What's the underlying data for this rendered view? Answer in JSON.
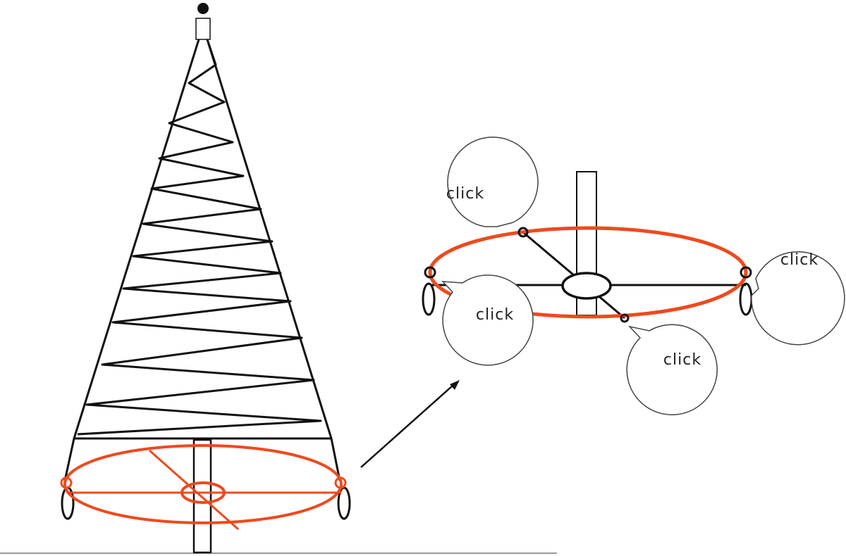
{
  "labels": {
    "click_1": "click",
    "click_2": "click",
    "click_3": "click",
    "click_4": "click"
  },
  "colors": {
    "ring": "#ee4a1d",
    "line": "#111111",
    "bubble": "#444444"
  },
  "icons": {
    "arrow": "arrow-up-right-icon",
    "tree_top": "ball-icon"
  }
}
